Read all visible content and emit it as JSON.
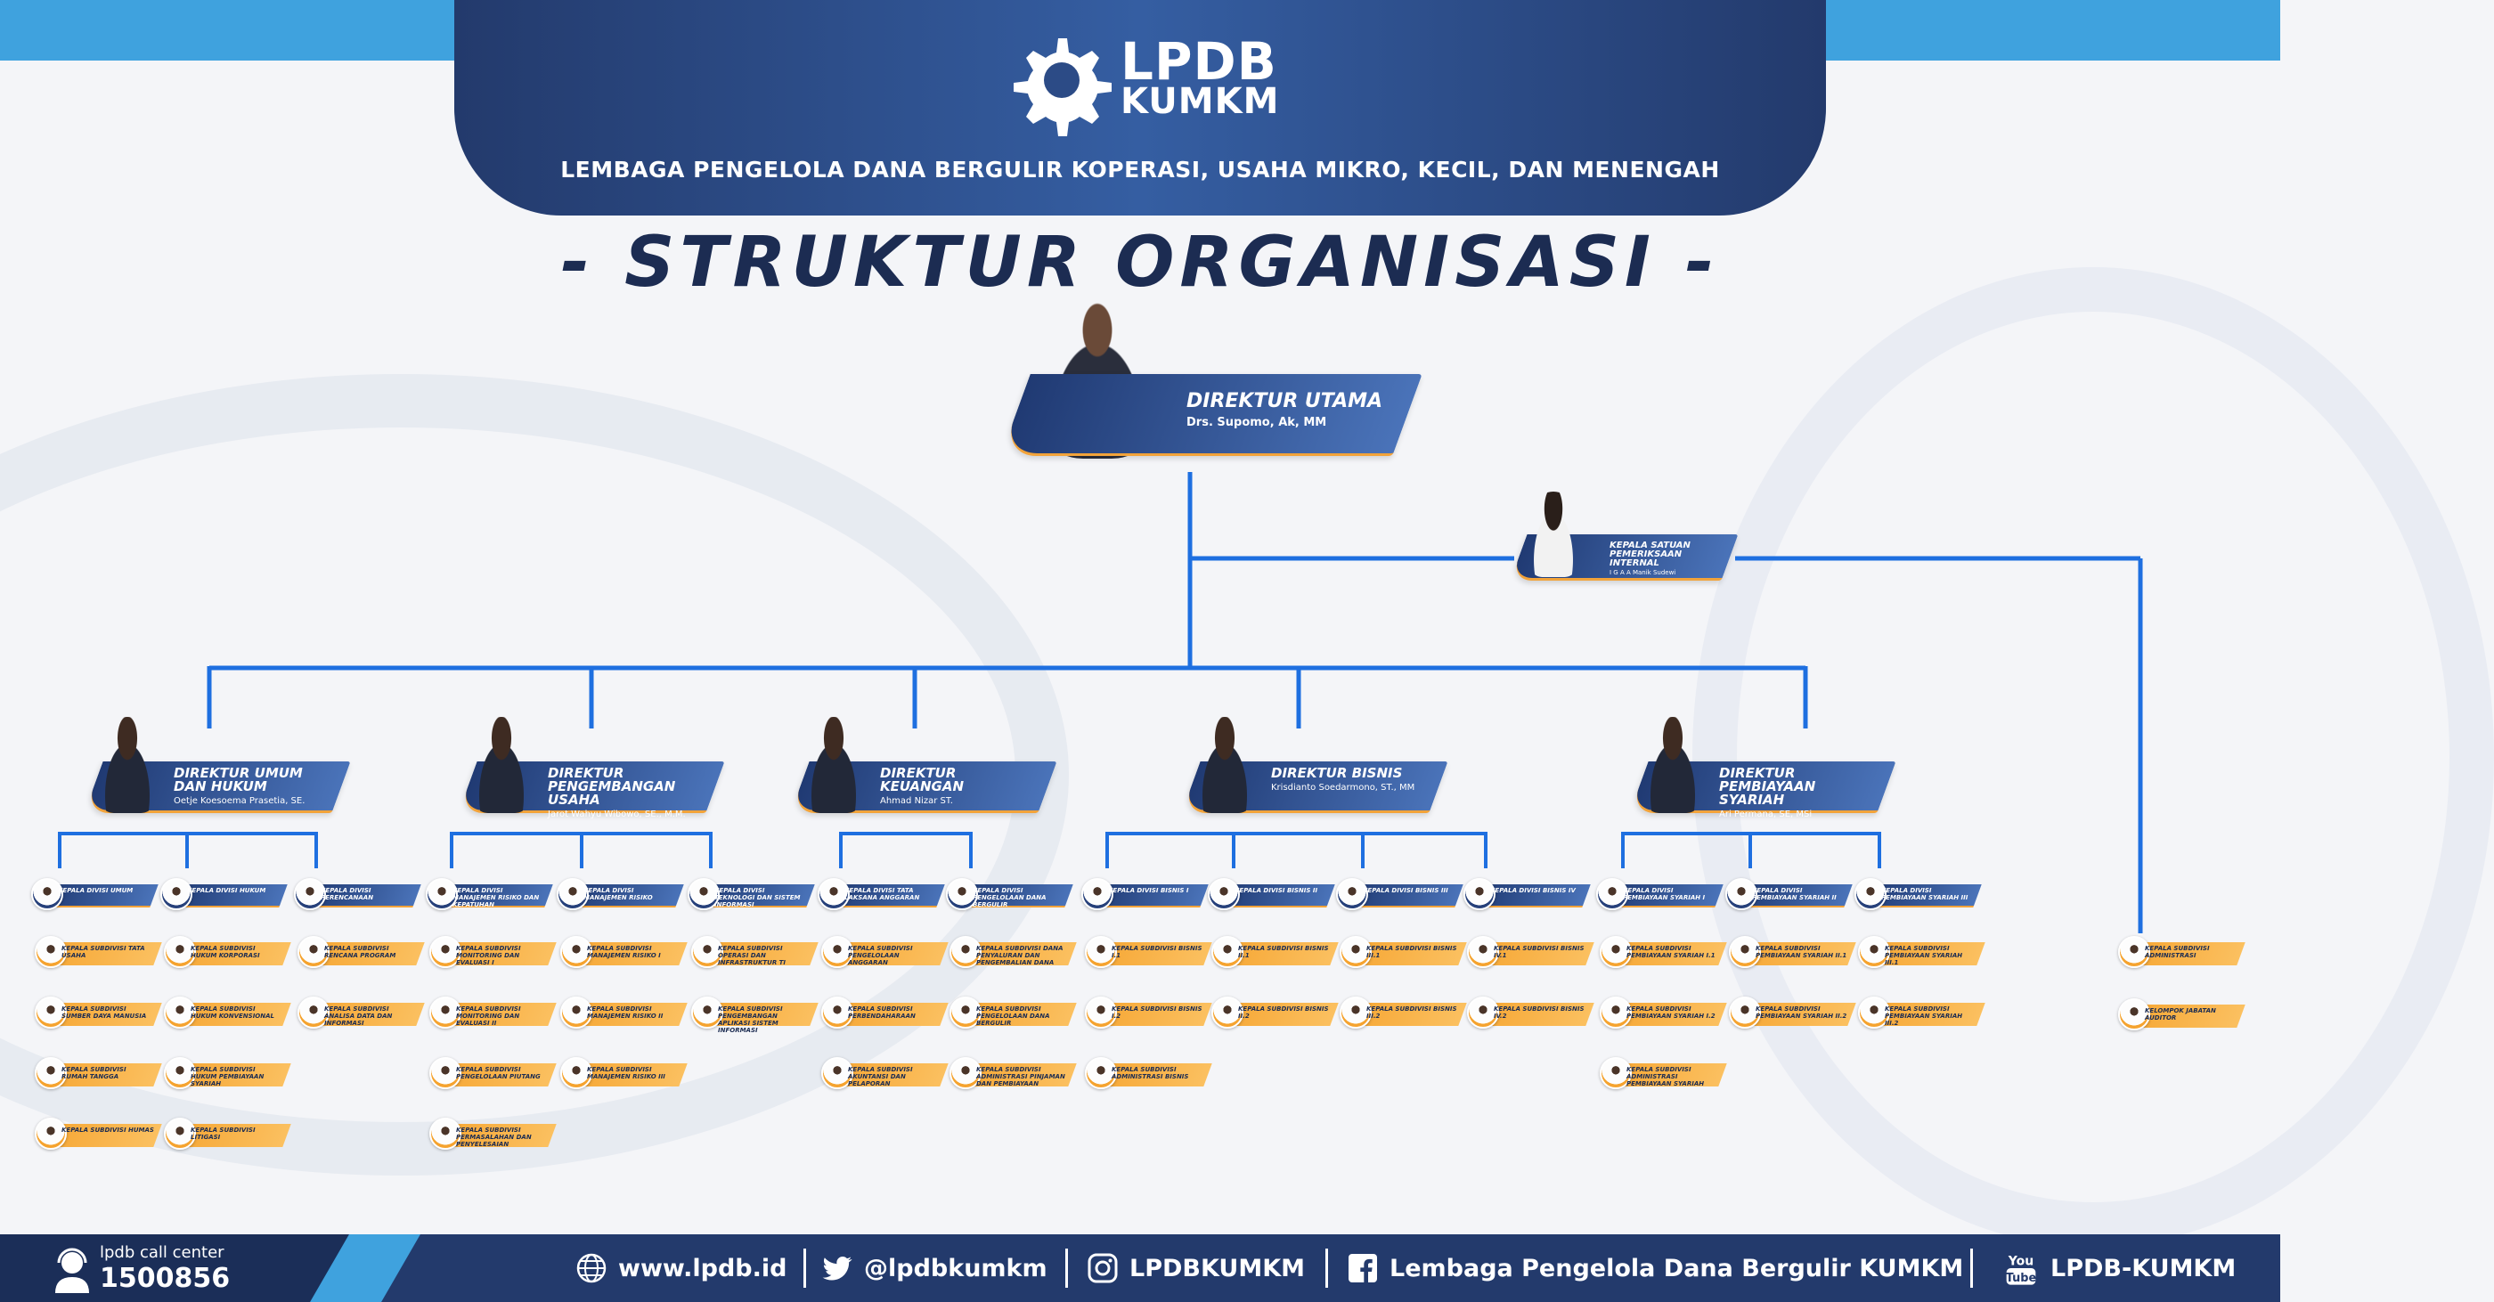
{
  "header": {
    "logo_line1": "LPDB",
    "logo_line2": "KUMKM",
    "subtitle": "LEMBAGA PENGELOLA DANA BERGULIR KOPERASI, USAHA MIKRO, KECIL, DAN MENENGAH",
    "title": "- STRUKTUR ORGANISASI -"
  },
  "director_main": {
    "role": "DIREKTUR UTAMA",
    "name": "Drs. Supomo, Ak, MM"
  },
  "internal_audit": {
    "role": "KEPALA SATUAN PEMERIKSAAN INTERNAL",
    "name": "I G A A Manik Sudewi"
  },
  "directors": [
    {
      "role": "DIREKTUR UMUM DAN HUKUM",
      "name": "Oetje Koesoema Prasetia, SE."
    },
    {
      "role": "DIREKTUR PENGEMBANGAN USAHA",
      "name": "Jarot Wahyu Wibowo, SE., M.M."
    },
    {
      "role": "DIREKTUR KEUANGAN",
      "name": "Ahmad Nizar ST."
    },
    {
      "role": "DIREKTUR BISNIS",
      "name": "Krisdianto Soedarmono, ST., MM"
    },
    {
      "role": "DIREKTUR PEMBIAYAAN SYARIAH",
      "name": "Ari Permana, SE, MSi"
    }
  ],
  "divisions": [
    {
      "role": "KEPALA DIVISI UMUM",
      "name": "",
      "subs": [
        {
          "role": "KEPALA SUBDIVISI TATA USAHA",
          "name": ""
        },
        {
          "role": "KEPALA SUBDIVISI SUMBER DAYA MANUSIA",
          "name": ""
        },
        {
          "role": "KEPALA SUBDIVISI RUMAH TANGGA",
          "name": ""
        },
        {
          "role": "KEPALA SUBDIVISI HUMAS",
          "name": ""
        }
      ]
    },
    {
      "role": "KEPALA DIVISI HUKUM",
      "name": "",
      "subs": [
        {
          "role": "KEPALA SUBDIVISI HUKUM KORPORASI",
          "name": ""
        },
        {
          "role": "KEPALA SUBDIVISI HUKUM KONVENSIONAL",
          "name": ""
        },
        {
          "role": "KEPALA SUBDIVISI HUKUM PEMBIAYAAN SYARIAH",
          "name": ""
        },
        {
          "role": "KEPALA SUBDIVISI LITIGASI",
          "name": ""
        }
      ]
    },
    {
      "role": "KEPALA DIVISI PERENCANAAN",
      "name": "",
      "subs": [
        {
          "role": "KEPALA SUBDIVISI RENCANA PROGRAM",
          "name": ""
        },
        {
          "role": "KEPALA SUBDIVISI ANALISA DATA DAN INFORMASI",
          "name": ""
        }
      ]
    },
    {
      "role": "KEPALA DIVISI MANAJEMEN RISIKO DAN KEPATUHAN",
      "name": "",
      "subs": [
        {
          "role": "KEPALA SUBDIVISI MONITORING DAN EVALUASI I",
          "name": ""
        },
        {
          "role": "KEPALA SUBDIVISI MONITORING DAN EVALUASI II",
          "name": ""
        },
        {
          "role": "KEPALA SUBDIVISI PENGELOLAAN PIUTANG",
          "name": ""
        },
        {
          "role": "KEPALA SUBDIVISI PERMASALAHAN DAN PENYELESAIAN",
          "name": ""
        }
      ]
    },
    {
      "role": "KEPALA DIVISI MANAJEMEN RISIKO",
      "name": "",
      "subs": [
        {
          "role": "KEPALA SUBDIVISI MANAJEMEN RISIKO I",
          "name": ""
        },
        {
          "role": "KEPALA SUBDIVISI MANAJEMEN RISIKO II",
          "name": ""
        },
        {
          "role": "KEPALA SUBDIVISI MANAJEMEN RISIKO III",
          "name": ""
        }
      ]
    },
    {
      "role": "KEPALA DIVISI TEKNOLOGI DAN SISTEM INFORMASI",
      "name": "",
      "subs": [
        {
          "role": "KEPALA SUBDIVISI OPERASI DAN INFRASTRUKTUR TI",
          "name": ""
        },
        {
          "role": "KEPALA SUBDIVISI PENGEMBANGAN APLIKASI SISTEM INFORMASI",
          "name": ""
        }
      ]
    },
    {
      "role": "KEPALA DIVISI TATA LAKSANA ANGGARAN",
      "name": "",
      "subs": [
        {
          "role": "KEPALA SUBDIVISI PENGELOLAAN ANGGARAN",
          "name": ""
        },
        {
          "role": "KEPALA SUBDIVISI PERBENDAHARAAN",
          "name": ""
        },
        {
          "role": "KEPALA SUBDIVISI AKUNTANSI DAN PELAPORAN",
          "name": ""
        }
      ]
    },
    {
      "role": "KEPALA DIVISI PENGELOLAAN DANA BERGULIR",
      "name": "",
      "subs": [
        {
          "role": "KEPALA SUBDIVISI DANA PENYALURAN DAN PENGEMBALIAN DANA",
          "name": ""
        },
        {
          "role": "KEPALA SUBDIVISI PENGELOLAAN DANA BERGULIR",
          "name": ""
        },
        {
          "role": "KEPALA SUBDIVISI ADMINISTRASI PINJAMAN DAN PEMBIAYAAN",
          "name": ""
        }
      ]
    },
    {
      "role": "KEPALA DIVISI BISNIS I",
      "name": "",
      "subs": [
        {
          "role": "KEPALA SUBDIVISI BISNIS I.1",
          "name": ""
        },
        {
          "role": "KEPALA SUBDIVISI BISNIS I.2",
          "name": ""
        },
        {
          "role": "KEPALA SUBDIVISI ADMINISTRASI BISNIS",
          "name": ""
        }
      ]
    },
    {
      "role": "KEPALA DIVISI BISNIS II",
      "name": "",
      "subs": [
        {
          "role": "KEPALA SUBDIVISI BISNIS II.1",
          "name": ""
        },
        {
          "role": "KEPALA SUBDIVISI BISNIS II.2",
          "name": ""
        }
      ]
    },
    {
      "role": "KEPALA DIVISI BISNIS III",
      "name": "",
      "subs": [
        {
          "role": "KEPALA SUBDIVISI BISNIS III.1",
          "name": ""
        },
        {
          "role": "KEPALA SUBDIVISI BISNIS III.2",
          "name": ""
        }
      ]
    },
    {
      "role": "KEPALA DIVISI BISNIS IV",
      "name": "",
      "subs": [
        {
          "role": "KEPALA SUBDIVISI BISNIS IV.1",
          "name": ""
        },
        {
          "role": "KEPALA SUBDIVISI BISNIS IV.2",
          "name": ""
        }
      ]
    },
    {
      "role": "KEPALA DIVISI PEMBIAYAAN SYARIAH I",
      "name": "",
      "subs": [
        {
          "role": "KEPALA SUBDIVISI PEMBIAYAAN SYARIAH I.1",
          "name": ""
        },
        {
          "role": "KEPALA SUBDIVISI PEMBIAYAAN SYARIAH I.2",
          "name": ""
        },
        {
          "role": "KEPALA SUBDIVISI ADMINISTRASI PEMBIAYAAN SYARIAH",
          "name": ""
        }
      ]
    },
    {
      "role": "KEPALA DIVISI PEMBIAYAAN SYARIAH II",
      "name": "",
      "subs": [
        {
          "role": "KEPALA SUBDIVISI PEMBIAYAAN SYARIAH II.1",
          "name": ""
        },
        {
          "role": "KEPALA SUBDIVISI PEMBIAYAAN SYARIAH II.2",
          "name": ""
        }
      ]
    },
    {
      "role": "KEPALA DIVISI PEMBIAYAAN SYARIAH III",
      "name": "",
      "subs": [
        {
          "role": "KEPALA SUBDIVISI PEMBIAYAAN SYARIAH III.1",
          "name": ""
        },
        {
          "role": "KEPALA SUBDIVISI PEMBIAYAAN SYARIAH III.2",
          "name": ""
        }
      ]
    }
  ],
  "spi_units": [
    {
      "role": "KEPALA SUBDIVISI ADMINISTRASI",
      "name": ""
    },
    {
      "role": "KELOMPOK JABATAN AUDITOR",
      "name": ""
    }
  ],
  "footer": {
    "callcenter_label": "lpdb call center",
    "callcenter_number": "1500856",
    "website": "www.lpdb.id",
    "twitter": "@lpdbkumkm",
    "instagram": "LPDBKUMKM",
    "facebook": "Lembaga Pengelola Dana Bergulir KUMKM",
    "youtube": "LPDB-KUMKM"
  },
  "colors": {
    "navy": "#233a6c",
    "blue": "#3fa2de",
    "line": "#1e6fe0",
    "orange": "#f6a735"
  },
  "icons": [
    "logo-gear-icon",
    "headset-icon",
    "globe-icon",
    "twitter-icon",
    "instagram-icon",
    "facebook-icon",
    "youtube-icon"
  ]
}
